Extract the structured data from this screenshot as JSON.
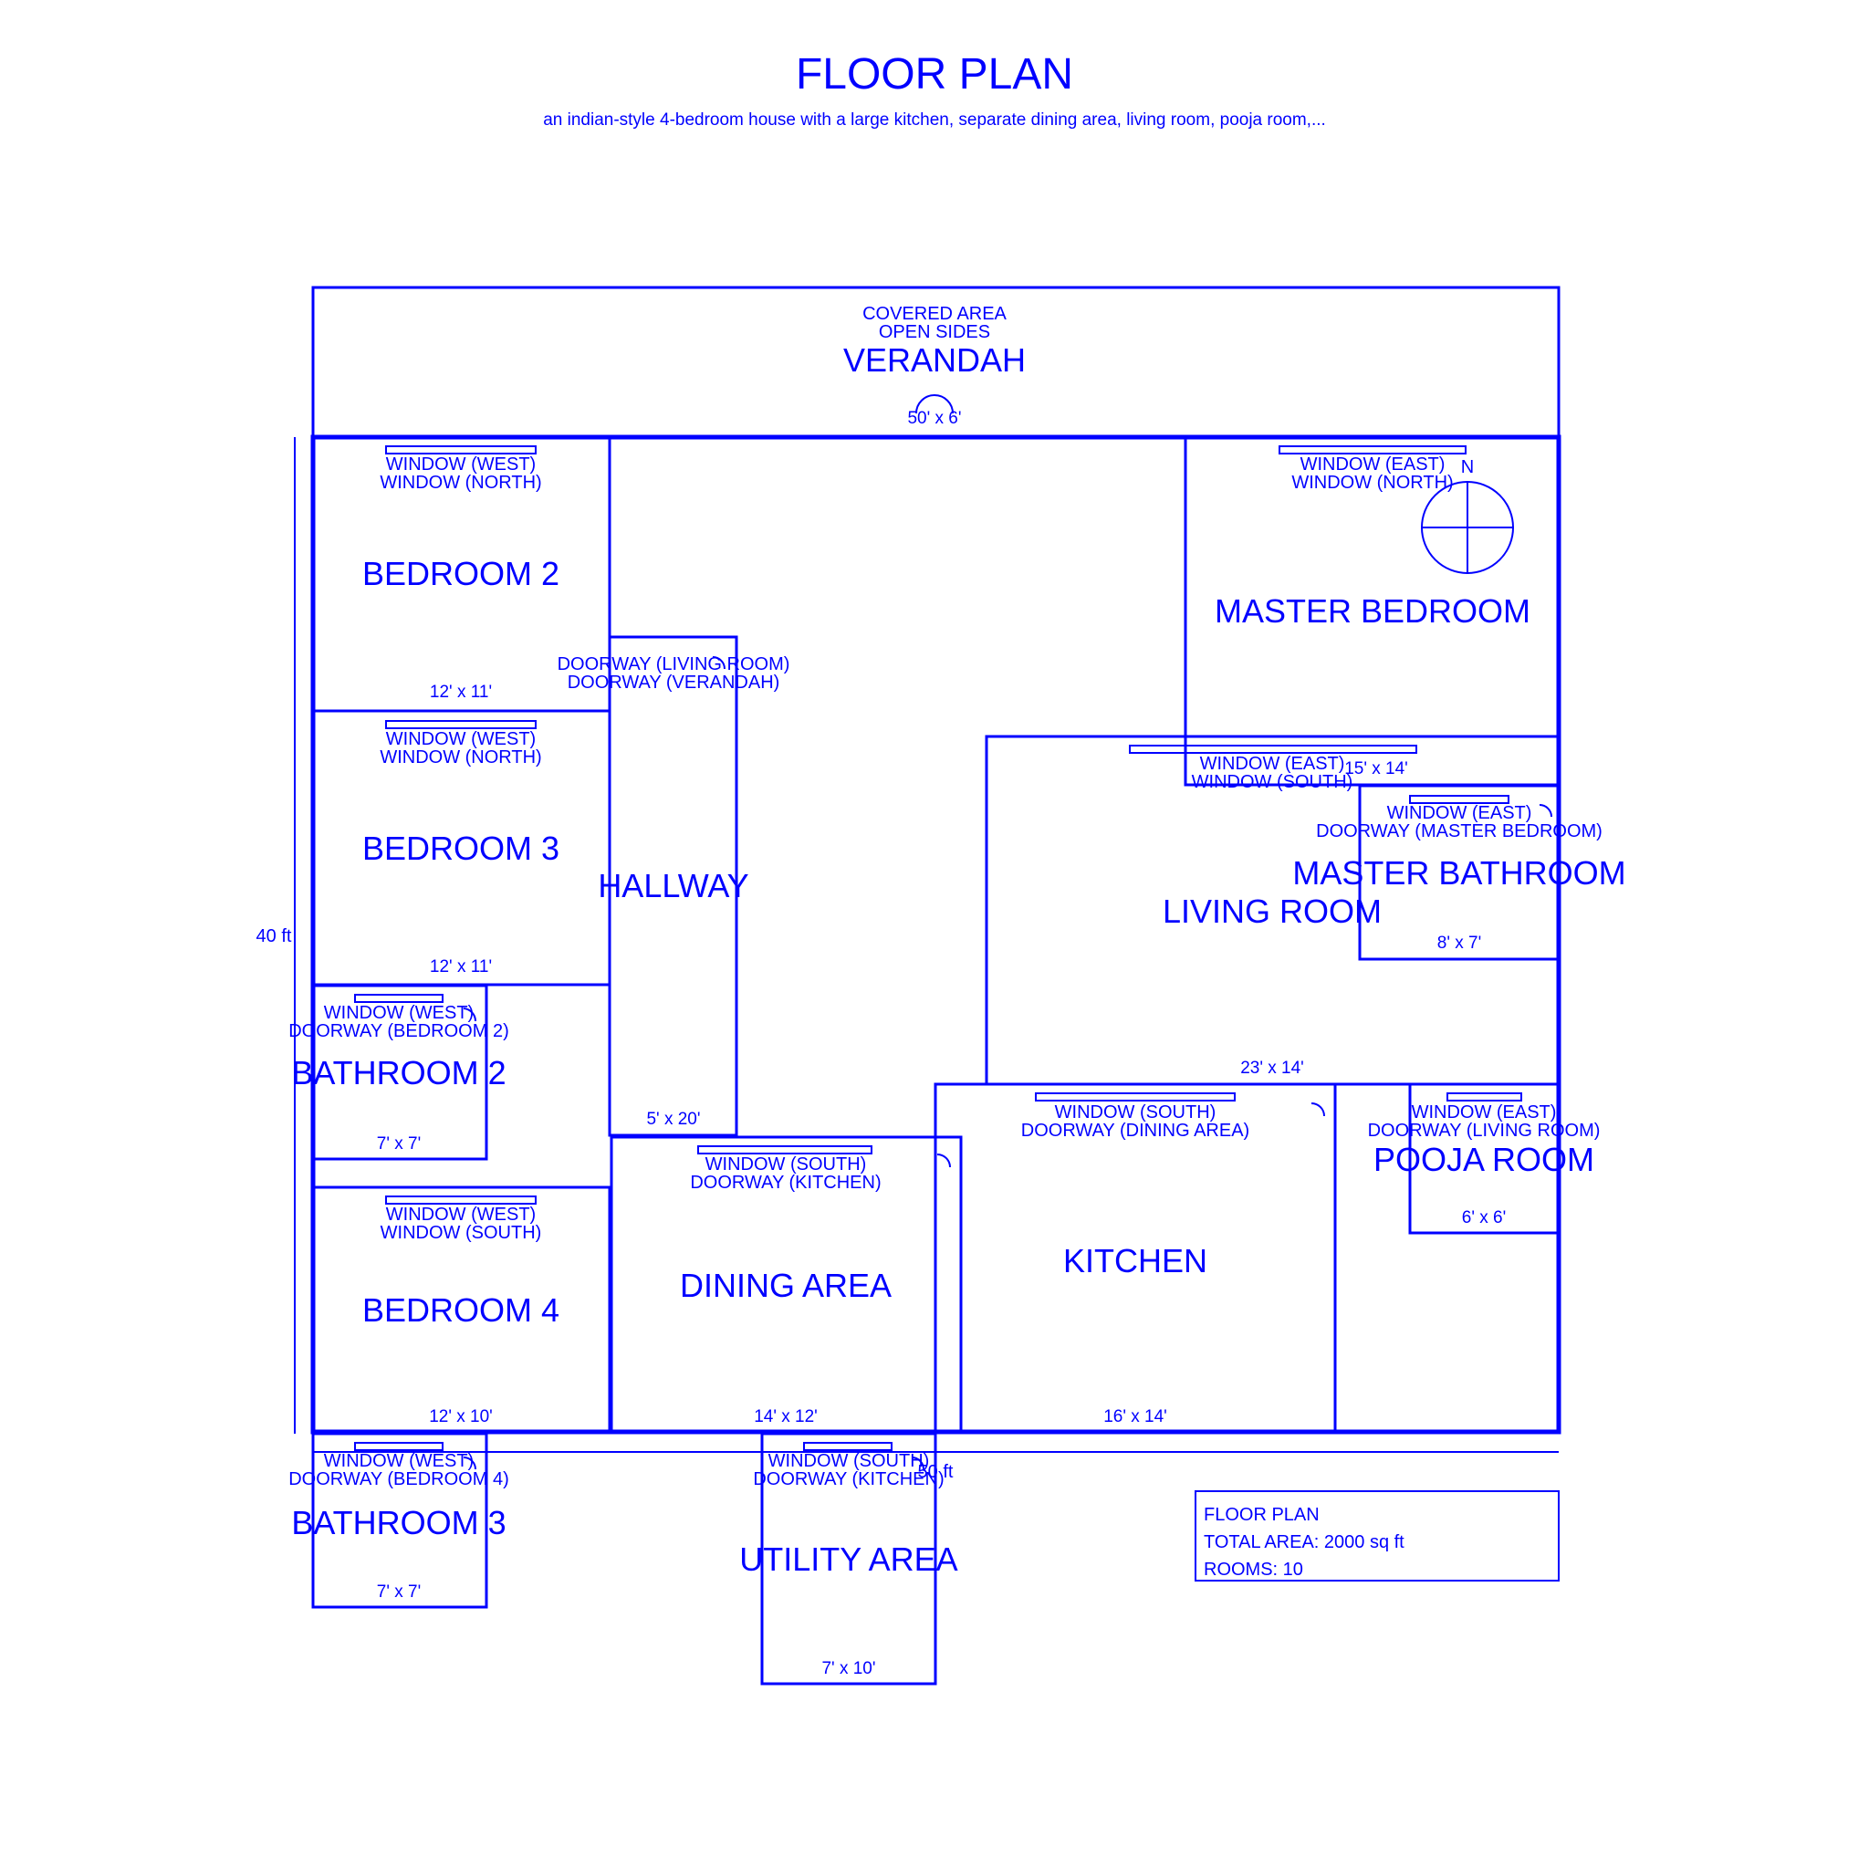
{
  "title": "FLOOR PLAN",
  "subtitle": "an indian-style 4-bedroom house with a large kitchen, separate dining area, living room, pooja room,...",
  "colors": {
    "ink": "#0000ff",
    "background": "#ffffff"
  },
  "rooms": {
    "verandah": {
      "line1": "COVERED AREA",
      "line2": "OPEN SIDES",
      "name": "VERANDAH",
      "dim": "50' x 6'"
    },
    "bedroom2": {
      "line1": "WINDOW (WEST)",
      "line2": "WINDOW (NORTH)",
      "name": "BEDROOM 2",
      "dim": "12' x 11'"
    },
    "bedroom3": {
      "line1": "WINDOW (WEST)",
      "line2": "WINDOW (NORTH)",
      "name": "BEDROOM 3",
      "dim": "12' x 11'"
    },
    "bathroom2": {
      "line1": "WINDOW (WEST)",
      "line2": "DOORWAY (BEDROOM 2)",
      "name": "BATHROOM 2",
      "dim": "7' x 7'"
    },
    "bedroom4": {
      "line1": "WINDOW (WEST)",
      "line2": "WINDOW (SOUTH)",
      "name": "BEDROOM 4",
      "dim": "12' x 10'"
    },
    "bathroom3": {
      "line1": "WINDOW (WEST)",
      "line2": "DOORWAY (BEDROOM 4)",
      "name": "BATHROOM 3",
      "dim": "7' x 7'"
    },
    "hallway": {
      "line1": "DOORWAY (LIVING ROOM)",
      "line2": "DOORWAY (VERANDAH)",
      "name": "HALLWAY",
      "dim": "5' x 20'"
    },
    "dining": {
      "line1": "WINDOW (SOUTH)",
      "line2": "DOORWAY (KITCHEN)",
      "name": "DINING AREA",
      "dim": "14' x 12'"
    },
    "kitchen": {
      "line1": "WINDOW (SOUTH)",
      "line2": "DOORWAY (DINING AREA)",
      "name": "KITCHEN",
      "dim": "16' x 14'"
    },
    "utility": {
      "line1": "WINDOW (SOUTH)",
      "line2": "DOORWAY (KITCHEN)",
      "name": "UTILITY AREA",
      "dim": "7' x 10'"
    },
    "master": {
      "line1": "WINDOW (EAST)",
      "line2": "WINDOW (NORTH)",
      "name": "MASTER BEDROOM",
      "dim": "15' x 14'"
    },
    "living": {
      "line1": "WINDOW (EAST)",
      "line2": "WINDOW (SOUTH)",
      "name": "LIVING ROOM",
      "dim": "23' x 14'"
    },
    "masterBath": {
      "line1": "WINDOW (EAST)",
      "line2": "DOORWAY (MASTER BEDROOM)",
      "name": "MASTER BATHROOM",
      "dim": "8' x 7'"
    },
    "pooja": {
      "line1": "WINDOW (EAST)",
      "line2": "DOORWAY (LIVING ROOM)",
      "name": "POOJA ROOM",
      "dim": "6' x 6'"
    }
  },
  "compass": {
    "north_label": "N"
  },
  "dimensions": {
    "height": "40 ft",
    "width": "50 ft"
  },
  "legend": {
    "line1": "FLOOR PLAN",
    "line2": "TOTAL AREA: 2000 sq ft",
    "line3": "ROOMS: 10"
  }
}
